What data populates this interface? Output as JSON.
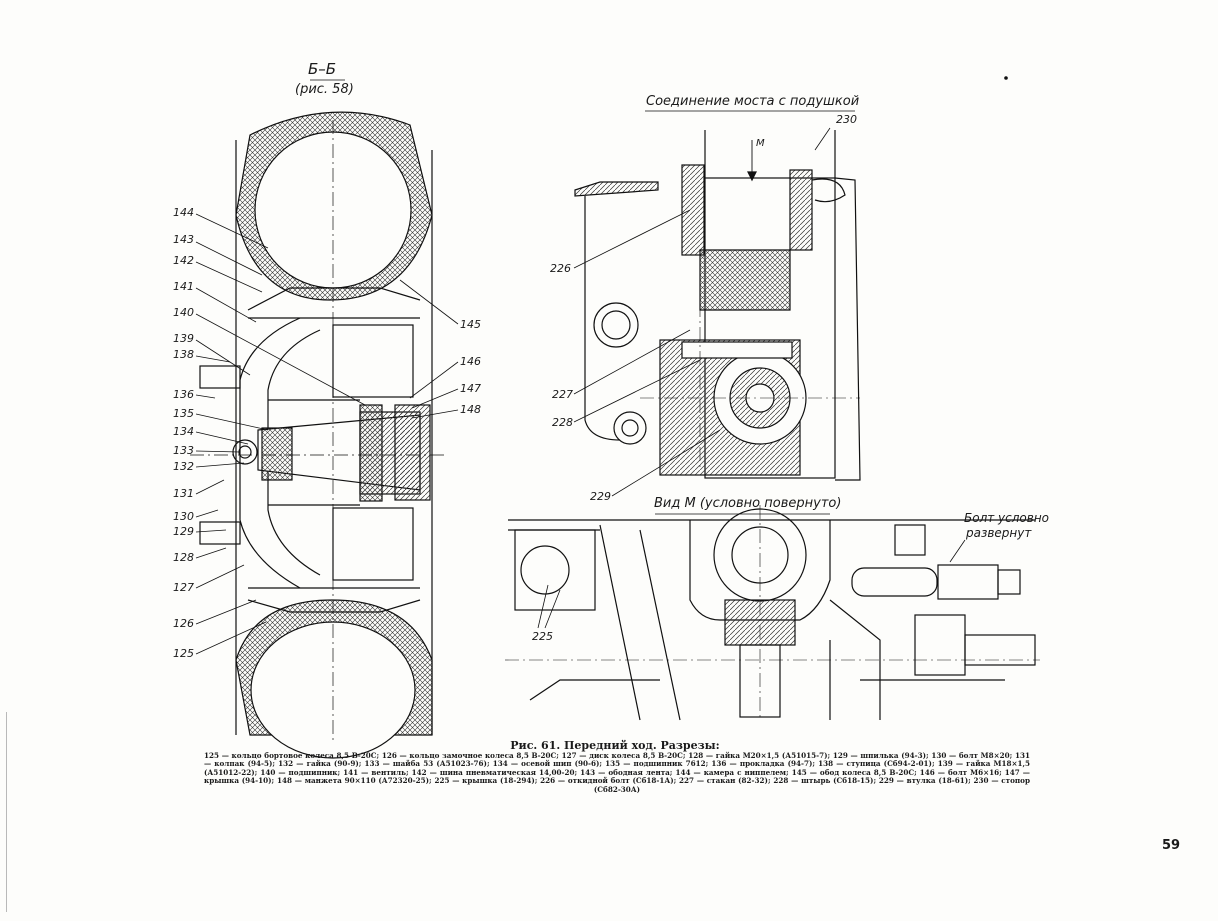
{
  "section_bb": {
    "title": "Б–Б",
    "ref": "(рис. 58)"
  },
  "view_connection": {
    "title": "Соединение моста с подушкой"
  },
  "view_m": {
    "title": "Вид М (условно повернуто)"
  },
  "bolt_note": {
    "line1": "Болт условно",
    "line2": "развернут"
  },
  "arrow_m": {
    "label": "М"
  },
  "left_labels": [
    "144",
    "143",
    "142",
    "141",
    "140",
    "139",
    "138",
    "136",
    "135",
    "134",
    "133",
    "132",
    "131",
    "130",
    "129",
    "128",
    "127",
    "126",
    "125"
  ],
  "right_labels": [
    "145",
    "146",
    "147",
    "148"
  ],
  "upper_labels": [
    "230",
    "226",
    "227",
    "228",
    "229"
  ],
  "lower_labels": [
    "225"
  ],
  "caption": {
    "title": "Рис. 61. Передний ход. Разрезы:",
    "text": "125 — кольцо бортовое колеса 8,5 В-20С; 126 — кольцо замочное колеса 8,5 В-20С; 127 — диск колеса 8,5 В-20С; 128 — гайка М20×1,5 (А51015-7); 129 — шпилька (94-3); 130 — болт М8×20; 131 — колпак (94-5); 132 — гайка (90-9); 133 — шайба 53 (А51023-76); 134 — осевой шип (90-6); 135 — подшипник 7612; 136 — прокладка (94-7); 138 — ступица (Сб94-2-01); 139 — гайка М18×1,5 (А51012-22); 140 — подшипник; 141 — вентиль; 142 — шина пневматическая 14,00-20; 143 — ободная лента; 144 — камера с ниппелем; 145 — обод колеса 8,5 В-20С; 146 — болт М6×16; 147 — крышка (94-10); 148 — манжета 90×110 (А72320-25); 225 — крышка (18-294); 226 — откидной болт (Сб18-1А); 227 — стакан (82-32); 228 — штырь (Сб18-15); 229 — втулка (18-61); 230 — стопор (Сб82-30А)"
  },
  "page_number": "59"
}
